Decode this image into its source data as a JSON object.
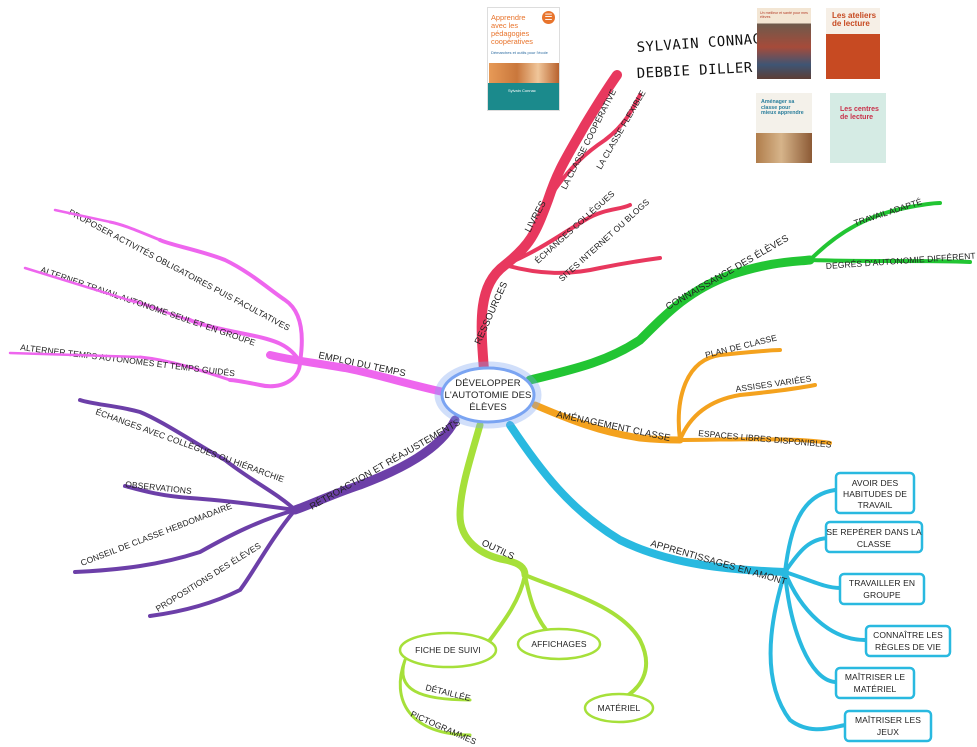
{
  "center": {
    "label_lines": [
      "DÉVELOPPER",
      "L'AUTOTOMIE DES",
      "ÉLÈVES"
    ]
  },
  "colors": {
    "ressources": "#e8385e",
    "emploi": "#ee66ee",
    "retro": "#6c3fa8",
    "outils": "#a6e03a",
    "apprentissages": "#29b9e0",
    "amenagement": "#f4a21e",
    "connaissance": "#22c533",
    "center_ring": "#7aa4f2"
  },
  "branches": {
    "ressources": {
      "label": "RESSOURCES",
      "livres": "LIVRES",
      "classe_coop": "LA CLASSE COOPÉRATIVE",
      "classe_flex": "LA CLASSE FLEXIBLE",
      "echanges": "ÉCHANGES COLLÈGUES",
      "sites": "SITES INTERNET OU BLOGS"
    },
    "emploi": {
      "label": "EMPLOI DU TEMPS",
      "items": [
        "PROPOSER ACTIVITÉS OBLIGATOIRES PUIS FACULTATIVES",
        "ALTERNER TRAVAIL AUTONOME SEUL ET EN GROUPE",
        "ALTERNER TEMPS AUTONOMES ET TEMPS GUIDÉS"
      ]
    },
    "retro": {
      "label": "RÉTROACTION ET RÉAJUSTEMENTS",
      "items": [
        "ÉCHANGES AVEC COLLÈGUES OU HIÉRARCHIE",
        "OBSERVATIONS",
        "CONSEIL DE CLASSE HEBDOMADAIRE",
        "PROPOSITIONS DES ÉLÈVES"
      ]
    },
    "outils": {
      "label": "OUTILS",
      "fiche": "FICHE DE SUIVI",
      "affichages": "AFFICHAGES",
      "materiel": "MATÉRIEL",
      "detaillee": "DÉTAILLÉE",
      "pictogrammes": "PICTOGRAMMES"
    },
    "apprentissages": {
      "label": "APPRENTISSAGES EN AMONT",
      "boxes": [
        [
          "AVOIR DES",
          "HABITUDES DE",
          "TRAVAIL"
        ],
        [
          "SE REPÉRER DANS LA",
          "CLASSE"
        ],
        [
          "TRAVAILLER EN",
          "GROUPE"
        ],
        [
          "CONNAÎTRE LES",
          "RÈGLES DE VIE"
        ],
        [
          "MAÎTRISER LE",
          "MATÉRIEL"
        ],
        [
          "MAÎTRISER LES",
          "JEUX"
        ]
      ]
    },
    "amenagement": {
      "label": "AMÉNAGEMENT CLASSE",
      "items": [
        "PLAN DE CLASSE",
        "ASSISES VARIÉES",
        "ESPACES LIBRES DISPONIBLES"
      ]
    },
    "connaissance": {
      "label": "CONNAISSANCE DES ÉLÈVES",
      "items": [
        "TRAVAIL ADAPTÉ",
        "DEGRÉS D'AUTONOMIE DIFFÉRENT"
      ]
    }
  },
  "handwritten": [
    "SYLVAIN CONNAC",
    "DEBBIE DILLER"
  ],
  "books": {
    "main": {
      "title": "Apprendre avec les pédagogies coopératives",
      "subtitle": "Démarches et outils pour l'école",
      "author": "Sylvain Connac"
    },
    "book2_title": "Un meilleur et santé pour mes élèves",
    "book3_title": "Les ateliers de lecture",
    "book4_title": "Aménager sa classe pour mieux apprendre",
    "book5_title": "Les centres de lecture"
  }
}
